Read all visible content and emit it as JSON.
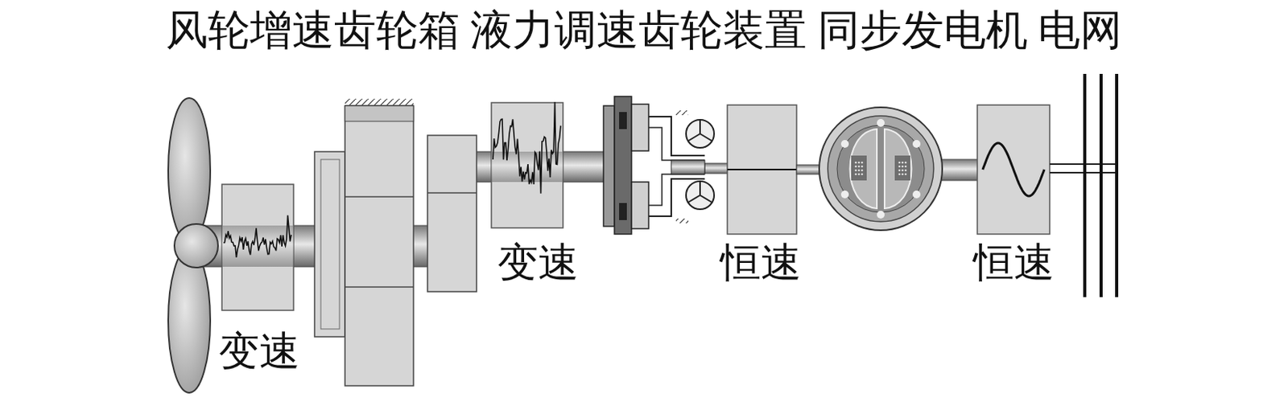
{
  "diagram": {
    "title": "风轮增速齿轮箱 液力调速齿轮装置 同步发电机 电网",
    "labels": [
      "变速",
      "变速",
      "恒速",
      "恒速"
    ]
  }
}
